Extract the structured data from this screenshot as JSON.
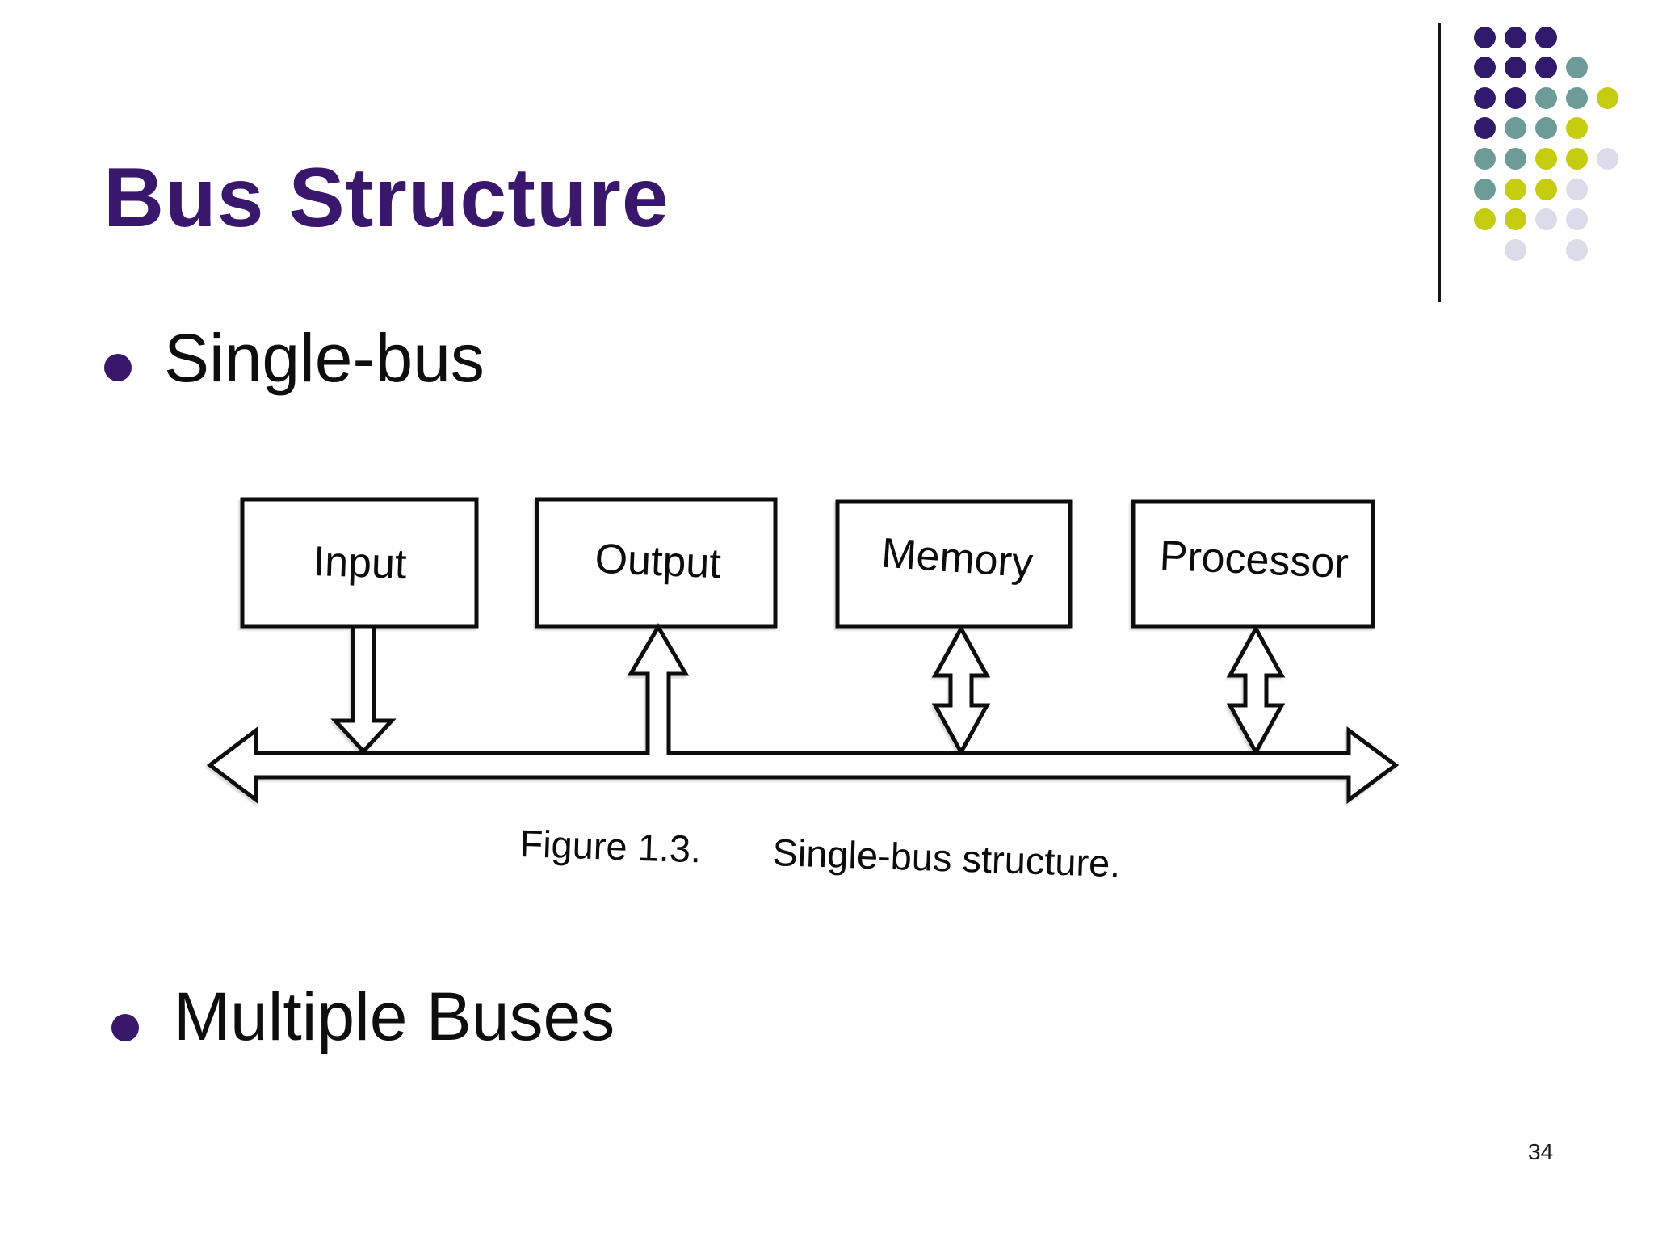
{
  "slide": {
    "title": "Bus Structure",
    "page_number": "34",
    "bullets": [
      {
        "label": "Single-bus"
      },
      {
        "label": "Multiple Buses"
      }
    ]
  },
  "figure": {
    "boxes": [
      {
        "id": "input",
        "label": "Input"
      },
      {
        "id": "output",
        "label": "Output"
      },
      {
        "id": "memory",
        "label": "Memory"
      },
      {
        "id": "processor",
        "label": "Processor"
      }
    ],
    "bus": {
      "type": "single shared bus",
      "shape": "horizontal double-headed hollow arrow"
    },
    "connections": [
      {
        "from": "input",
        "to": "bus",
        "direction": "down"
      },
      {
        "from": "bus",
        "to": "output",
        "direction": "up"
      },
      {
        "from": "memory",
        "to": "bus",
        "direction": "both"
      },
      {
        "from": "processor",
        "to": "bus",
        "direction": "both"
      }
    ],
    "caption_label": "Figure 1.3.",
    "caption_text": "Single-bus structure."
  },
  "decoration": {
    "colors": {
      "purple": "#31196b",
      "teal": "#6d9c98",
      "yellow": "#c6cd10",
      "lavender": "#dcdbe9"
    },
    "dot_grid": [
      [
        "p",
        "p",
        "p",
        "",
        ""
      ],
      [
        "p",
        "p",
        "p",
        "t",
        ""
      ],
      [
        "p",
        "p",
        "t",
        "t",
        "y"
      ],
      [
        "p",
        "t",
        "t",
        "y",
        ""
      ],
      [
        "t",
        "t",
        "y",
        "y",
        "l"
      ],
      [
        "t",
        "y",
        "y",
        "l",
        ""
      ],
      [
        "y",
        "y",
        "l",
        "l",
        ""
      ],
      [
        "",
        "l",
        "",
        "l",
        ""
      ]
    ]
  },
  "theme": {
    "title_color": "#39176c",
    "bullet_dot_color": "#39176b",
    "line_color": "#0d0d0d",
    "background": "#ffffff"
  }
}
